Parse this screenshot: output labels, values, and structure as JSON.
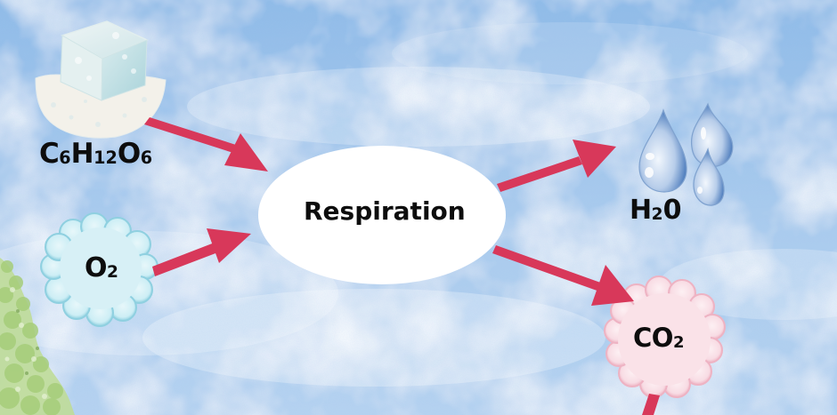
{
  "diagram": {
    "title": "Respiration",
    "center_process": {
      "label": "Respiration",
      "shape": "ellipse",
      "fill": "#ffffff"
    },
    "inputs": [
      {
        "id": "glucose",
        "formula": "C6H12O6",
        "parts": [
          {
            "text": "C",
            "sub": "6"
          },
          {
            "text": "H",
            "sub": "12"
          },
          {
            "text": "O",
            "sub": "6"
          }
        ],
        "icon": "sugar-cube-icon"
      },
      {
        "id": "oxygen",
        "formula": "O2",
        "parts": [
          {
            "text": "O",
            "sub": "2"
          }
        ],
        "icon": "blue-cloud-icon"
      }
    ],
    "outputs": [
      {
        "id": "water",
        "formula": "H20",
        "parts": [
          {
            "text": "H",
            "sub": "2"
          },
          {
            "text": "0",
            "sub": ""
          }
        ],
        "icon": "water-drops-icon"
      },
      {
        "id": "carbon-dioxide",
        "formula": "CO2",
        "parts": [
          {
            "text": "CO",
            "sub": "2"
          }
        ],
        "icon": "pink-cloud-icon"
      }
    ],
    "arrows": [
      {
        "from": "glucose",
        "to": "respiration"
      },
      {
        "from": "oxygen",
        "to": "respiration"
      },
      {
        "from": "respiration",
        "to": "water"
      },
      {
        "from": "respiration",
        "to": "carbon-dioxide"
      }
    ],
    "decorations": [
      "tree-foliage-icon"
    ]
  },
  "colors": {
    "arrow": "#d8385a",
    "sky": "#8fbbe8",
    "sky_light": "#cfe0f5",
    "oxygen_cloud_fill": "#d7f0f6",
    "oxygen_cloud_edge": "#86cadd",
    "co2_cloud_fill": "#fae2e8",
    "co2_cloud_edge": "#eeb3c3",
    "text": "#0d0d0d",
    "foliage": "#a9cf7e"
  }
}
